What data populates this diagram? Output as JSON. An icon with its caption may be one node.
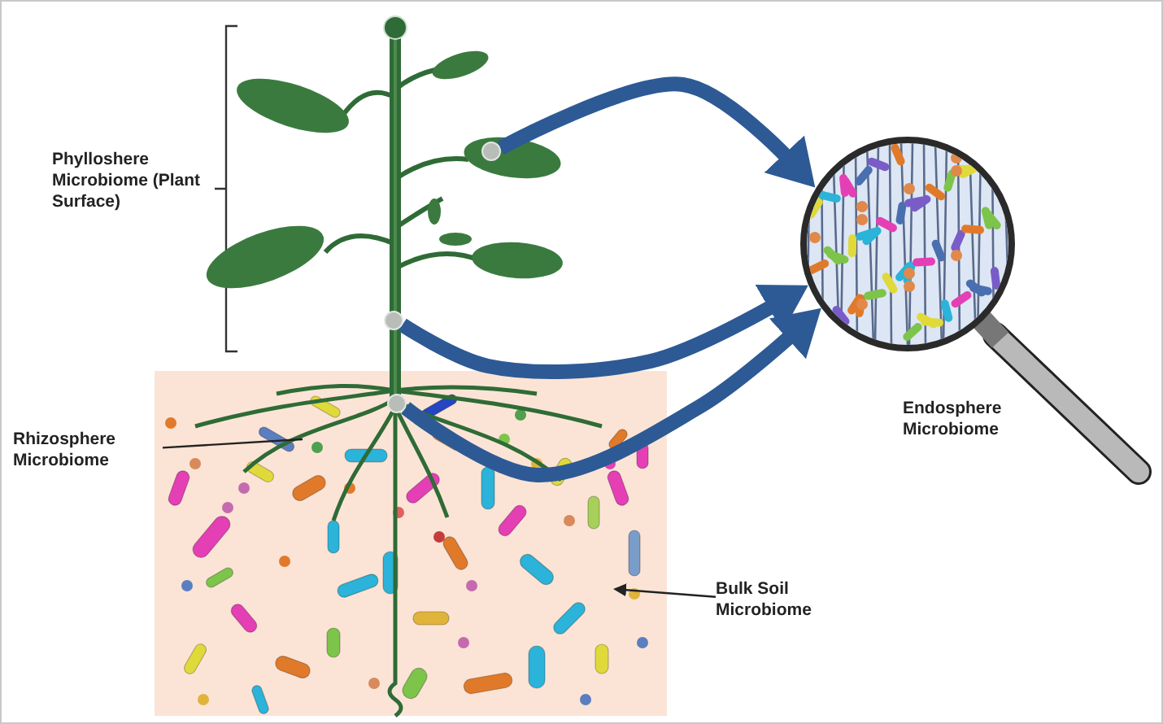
{
  "diagram": {
    "nodes": [
      {
        "text": [
          "Phylloshere Microbiome (Plant Surface)"
        ]
      },
      {
        "text": [
          "Rhizosphere Microbiome"
        ]
      },
      {
        "text": [
          "Bulk Soil Microbiome"
        ]
      },
      {
        "text": [
          "Endosphere Microbiome"
        ]
      },
      {
        "text": [],
        "shape": "circle"
      },
      {
        "text": [],
        "shape": "circle"
      },
      {
        "text": [],
        "shape": "circle"
      },
      {
        "text": [],
        "shape": "circle"
      }
    ],
    "edges": [
      {
        "from": 5,
        "to": 4,
        "arrow": "to"
      },
      {
        "from": 6,
        "to": 4,
        "arrow": "to"
      },
      {
        "from": 7,
        "to": 4,
        "arrow": "to"
      },
      {
        "from": 1,
        "to": null,
        "arrow": "none",
        "color": "#222222"
      },
      {
        "from": 2,
        "to": null,
        "arrow": "to",
        "color": "#222222"
      }
    ]
  }
}
